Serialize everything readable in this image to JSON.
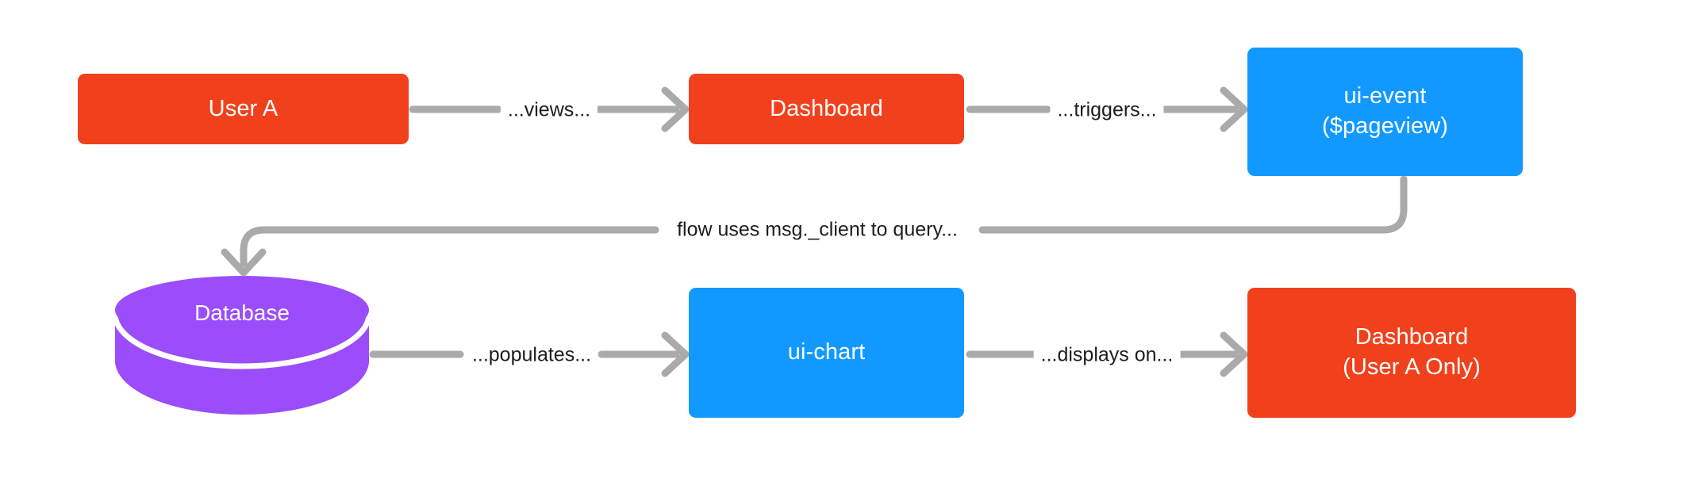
{
  "diagram": {
    "type": "flowchart",
    "direction": "left-to-right",
    "background_color": "#ffffff",
    "colors": {
      "orange": "#f1411c",
      "blue": "#1199ff",
      "purple": "#9b4dfb",
      "edge": "#aaaaaa",
      "label_text": "#1d1d1d",
      "node_text": "#ffffff"
    },
    "nodes": [
      {
        "id": "user-a",
        "shape": "rounded-rect",
        "color": "orange",
        "lines": [
          "User A"
        ]
      },
      {
        "id": "dashboard",
        "shape": "rounded-rect",
        "color": "orange",
        "lines": [
          "Dashboard"
        ]
      },
      {
        "id": "ui-event",
        "shape": "rounded-rect",
        "color": "blue",
        "lines": [
          "ui-event",
          "($pageview)"
        ]
      },
      {
        "id": "database",
        "shape": "cylinder",
        "color": "purple",
        "lines": [
          "Database"
        ]
      },
      {
        "id": "ui-chart",
        "shape": "rounded-rect",
        "color": "blue",
        "lines": [
          "ui-chart"
        ]
      },
      {
        "id": "dashboard-2",
        "shape": "rounded-rect",
        "color": "orange",
        "lines": [
          "Dashboard",
          "(User A Only)"
        ]
      }
    ],
    "edges": [
      {
        "from": "user-a",
        "to": "dashboard",
        "label": "...views..."
      },
      {
        "from": "dashboard",
        "to": "ui-event",
        "label": "...triggers..."
      },
      {
        "from": "ui-event",
        "to": "database",
        "label": "flow uses msg._client to query..."
      },
      {
        "from": "database",
        "to": "ui-chart",
        "label": "...populates..."
      },
      {
        "from": "ui-chart",
        "to": "dashboard-2",
        "label": "...displays on..."
      }
    ]
  },
  "nodes": {
    "user_a": {
      "line1": "User A"
    },
    "dashboard": {
      "line1": "Dashboard"
    },
    "ui_event": {
      "line1": "ui-event",
      "line2": "($pageview)"
    },
    "database": {
      "line1": "Database"
    },
    "ui_chart": {
      "line1": "ui-chart"
    },
    "dashboard_2": {
      "line1": "Dashboard",
      "line2": "(User A Only)"
    }
  },
  "edge_labels": {
    "views": "...views...",
    "triggers": "...triggers...",
    "query": "flow uses msg._client to query...",
    "populates": "...populates...",
    "displays": "...displays on..."
  }
}
